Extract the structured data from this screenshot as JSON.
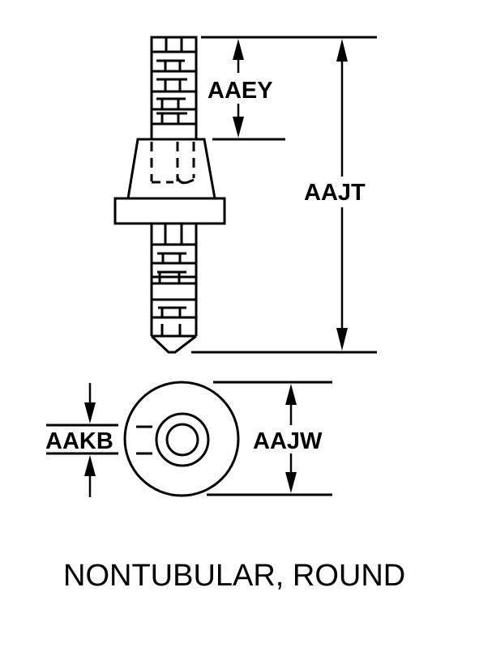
{
  "diagram": {
    "caption": "NONTUBULAR, ROUND",
    "dimensions": {
      "thread_length": "AAEY",
      "overall_length": "AAJT",
      "outside_diameter": "AAJW",
      "thread_diameter": "AAKB"
    },
    "colors": {
      "stroke": "#000000",
      "background": "#ffffff"
    }
  }
}
